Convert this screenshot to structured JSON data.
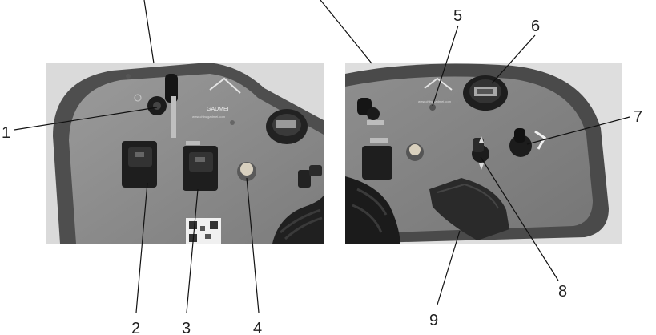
{
  "figure": {
    "panels": [
      {
        "id": "left",
        "subject": "control panel photo (left view)"
      },
      {
        "id": "right",
        "subject": "control panel photo (right view)"
      }
    ],
    "labels": [
      "1",
      "2",
      "3",
      "4",
      "5",
      "6",
      "7",
      "8",
      "9"
    ],
    "panel_texts": {
      "brand": "GADMEI",
      "website": "www.chinagadmei.com"
    },
    "colors": {
      "panel_gray": "#8a8a8a",
      "bezel_dark": "#4a4a4a",
      "background_gray": "#d9d9d9",
      "switch_black": "#1e1e1e",
      "leader_line": "#111111"
    }
  }
}
